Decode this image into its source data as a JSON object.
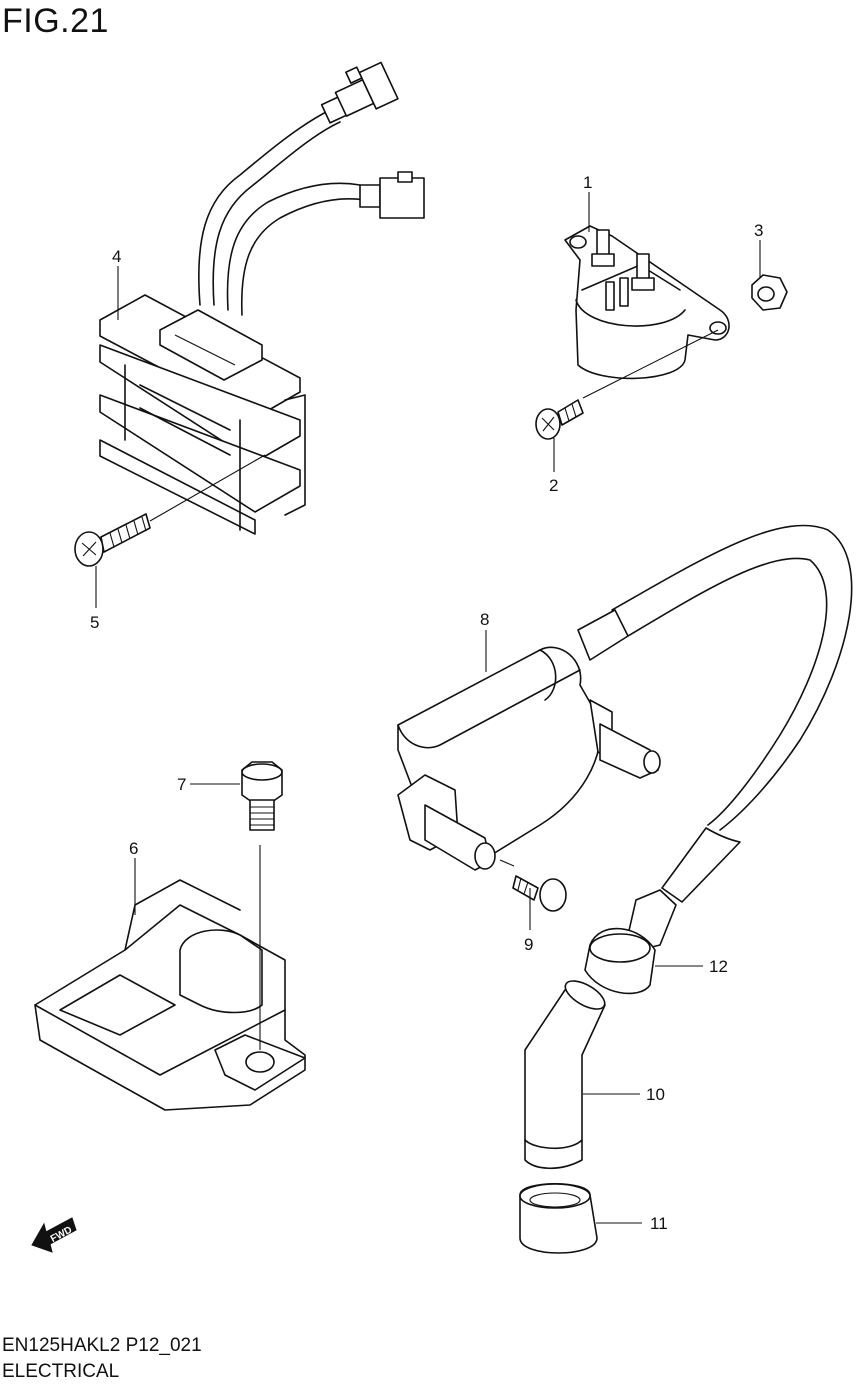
{
  "figure": {
    "title": "FIG.21",
    "code": "EN125HAKL2 P12_021",
    "name": "ELECTRICAL"
  },
  "callouts": [
    {
      "id": "1"
    },
    {
      "id": "2"
    },
    {
      "id": "3"
    },
    {
      "id": "4"
    },
    {
      "id": "5"
    },
    {
      "id": "6"
    },
    {
      "id": "7"
    },
    {
      "id": "8"
    },
    {
      "id": "9"
    },
    {
      "id": "10"
    },
    {
      "id": "11"
    },
    {
      "id": "12"
    }
  ],
  "direction_arrow": {
    "label": "FWD"
  }
}
